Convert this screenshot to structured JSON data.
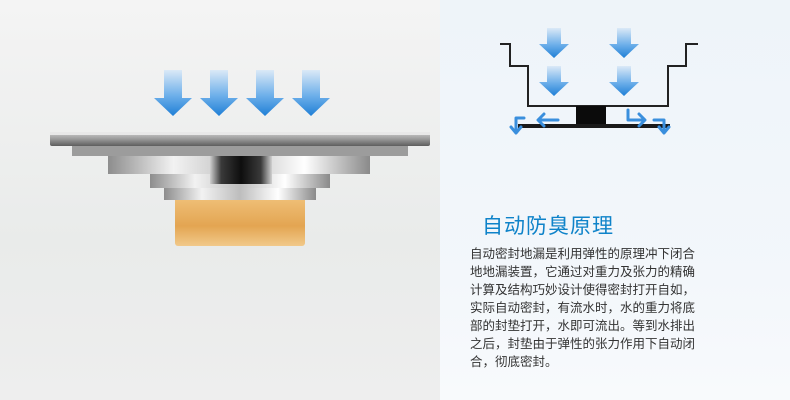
{
  "section": {
    "title": "自动防臭原理",
    "lines": [
      "自动密封地漏是利用弹性的原理冲下闭合",
      "地地漏装置，它通过对重力及张力的精确",
      "计算及结构巧妙设计使得密封打开自如，",
      "实际自动密封，有流水时，水的重力将底",
      "部的封垫打开，水即可流出。等到水排出",
      "之后，封垫由于弹性的张力作用下自动闭",
      "合，彻底密封。"
    ]
  },
  "colors": {
    "accent": "#0f83c9",
    "arrow": "#2a86dd",
    "seal_base": "#e3a552",
    "text": "#333333"
  }
}
